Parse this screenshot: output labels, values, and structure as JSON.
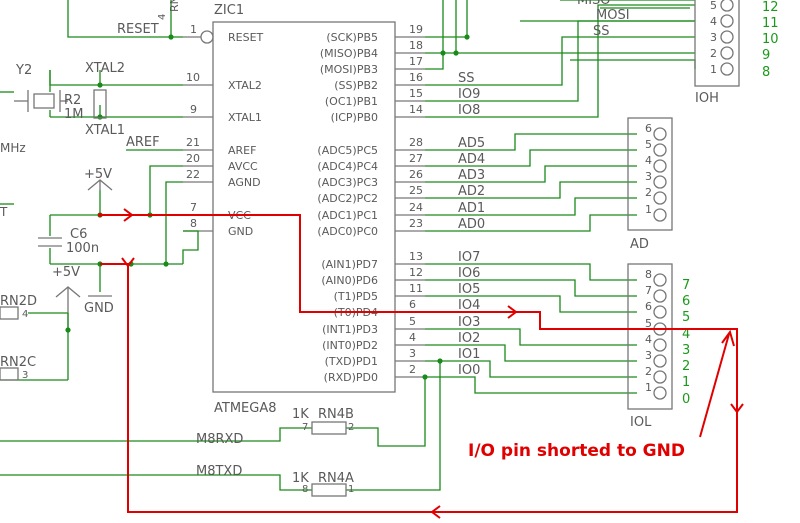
{
  "ic": {
    "name": "ZIC1",
    "value": "ATMEGA8",
    "left_pins": [
      {
        "label": "RESET",
        "num": "1"
      },
      {
        "label": "XTAL2",
        "num": "10"
      },
      {
        "label": "XTAL1",
        "num": "9"
      },
      {
        "label": "AREF",
        "num": "21"
      },
      {
        "label": "AVCC",
        "num": "20"
      },
      {
        "label": "AGND",
        "num": "22"
      },
      {
        "label": "VCC",
        "num": "7"
      },
      {
        "label": "GND",
        "num": "8"
      }
    ],
    "right_pins": [
      {
        "label": "(SCK)PB5",
        "num": "19"
      },
      {
        "label": "(MISO)PB4",
        "num": "18"
      },
      {
        "label": "(MOSI)PB3",
        "num": "17"
      },
      {
        "label": "(SS)PB2",
        "num": "16"
      },
      {
        "label": "(OC1)PB1",
        "num": "15"
      },
      {
        "label": "(ICP)PB0",
        "num": "14"
      },
      {
        "label": "(ADC5)PC5",
        "num": "28"
      },
      {
        "label": "(ADC4)PC4",
        "num": "27"
      },
      {
        "label": "(ADC3)PC3",
        "num": "26"
      },
      {
        "label": "(ADC2)PC2",
        "num": "25"
      },
      {
        "label": "(ADC1)PC1",
        "num": "24"
      },
      {
        "label": "(ADC0)PC0",
        "num": "23"
      },
      {
        "label": "(AIN1)PD7",
        "num": "13"
      },
      {
        "label": "(AIN0)PD6",
        "num": "12"
      },
      {
        "label": "(T1)PD5",
        "num": "11"
      },
      {
        "label": "(T0)PD4",
        "num": "6"
      },
      {
        "label": "(INT1)PD3",
        "num": "5"
      },
      {
        "label": "(INT0)PD2",
        "num": "4"
      },
      {
        "label": "(TXD)PD1",
        "num": "3"
      },
      {
        "label": "(RXD)PD0",
        "num": "2"
      }
    ]
  },
  "nets": {
    "pb": [
      "SS",
      "IO9",
      "IO8"
    ],
    "ad": [
      "AD5",
      "AD4",
      "AD3",
      "AD2",
      "AD1",
      "AD0"
    ],
    "io": [
      "IO7",
      "IO6",
      "IO5",
      "IO4",
      "IO3",
      "IO2",
      "IO1",
      "IO0"
    ],
    "reset": "RESET",
    "xtal2": "XTAL2",
    "xtal1": "XTAL1",
    "aref": "AREF",
    "m8rxd": "M8RXD",
    "m8txd": "M8TXD",
    "ss_top": "SS",
    "mosi_top": "MOSI",
    "miso_top": "MISO"
  },
  "components": {
    "y2": "Y2",
    "r2_name": "R2",
    "r2_value": "1M",
    "c6_name": "C6",
    "c6_value": "100n",
    "pwr1": "+5V",
    "pwr2": "+5V",
    "gnd": "GND",
    "rn2d": "RN2D",
    "rn2c": "RN2C",
    "rn2d_pin": "4",
    "rn2c_pin": "3",
    "rn4b_value": "1K",
    "rn4b_name": "RN4B",
    "rn4b_pin_a": "7",
    "rn4b_pin_b": "2",
    "rn4a_value": "1K",
    "rn4a_name": "RN4A",
    "rn4a_pin_a": "8",
    "rn4a_pin_b": "1",
    "rn_top": "RN",
    "rn_top_pin": "4",
    "mhz": "MHz",
    "edge_t": "T"
  },
  "connectors": {
    "ioh": {
      "name": "IOH",
      "pins": [
        "5",
        "4",
        "3",
        "2",
        "1"
      ],
      "signals": [
        "12",
        "11",
        "10",
        "9",
        "8"
      ]
    },
    "ad": {
      "name": "AD",
      "pins": [
        "6",
        "5",
        "4",
        "3",
        "2",
        "1"
      ]
    },
    "iol": {
      "name": "IOL",
      "pins": [
        "8",
        "7",
        "6",
        "5",
        "4",
        "3",
        "2",
        "1"
      ],
      "signals": [
        "7",
        "6",
        "5",
        "4",
        "3",
        "2",
        "1",
        "0"
      ]
    }
  },
  "annotation": "I/O pin shorted to GND",
  "colors": {
    "wire": "#1a8a1a",
    "part": "#777777",
    "highlight": "#e00000",
    "label_green": "#1a9a1a"
  }
}
